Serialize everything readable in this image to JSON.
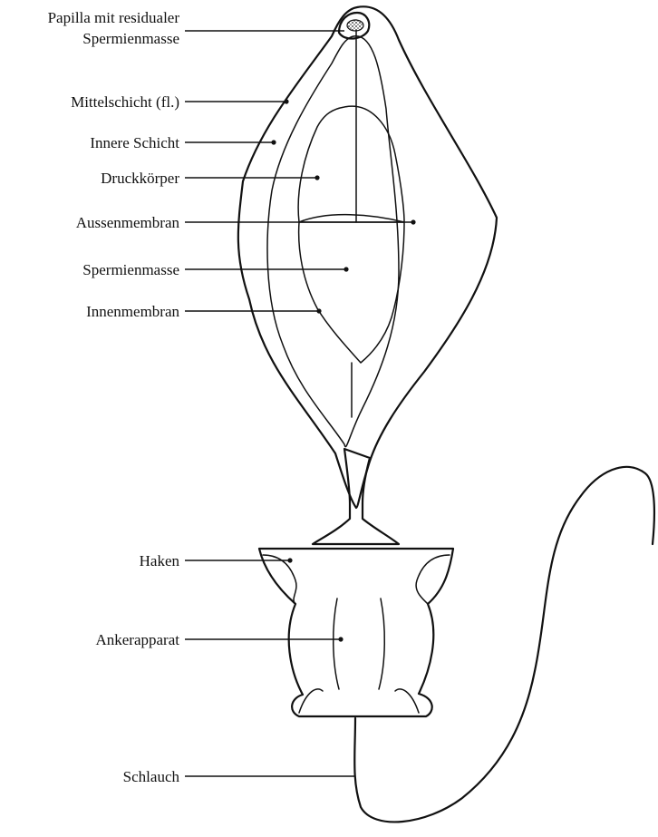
{
  "labels": {
    "papilla_line1": "Papilla mit residualer",
    "papilla_line2": "Spermienmasse",
    "mittelschicht": "Mittelschicht (fl.)",
    "innere_schicht": "Innere Schicht",
    "druckkoerper": "Druckkörper",
    "aussenmembran": "Aussenmembran",
    "spermienmasse": "Spermienmasse",
    "innenmembran": "Innenmembran",
    "haken": "Haken",
    "ankerapparat": "Ankerapparat",
    "schlauch": "Schlauch"
  }
}
